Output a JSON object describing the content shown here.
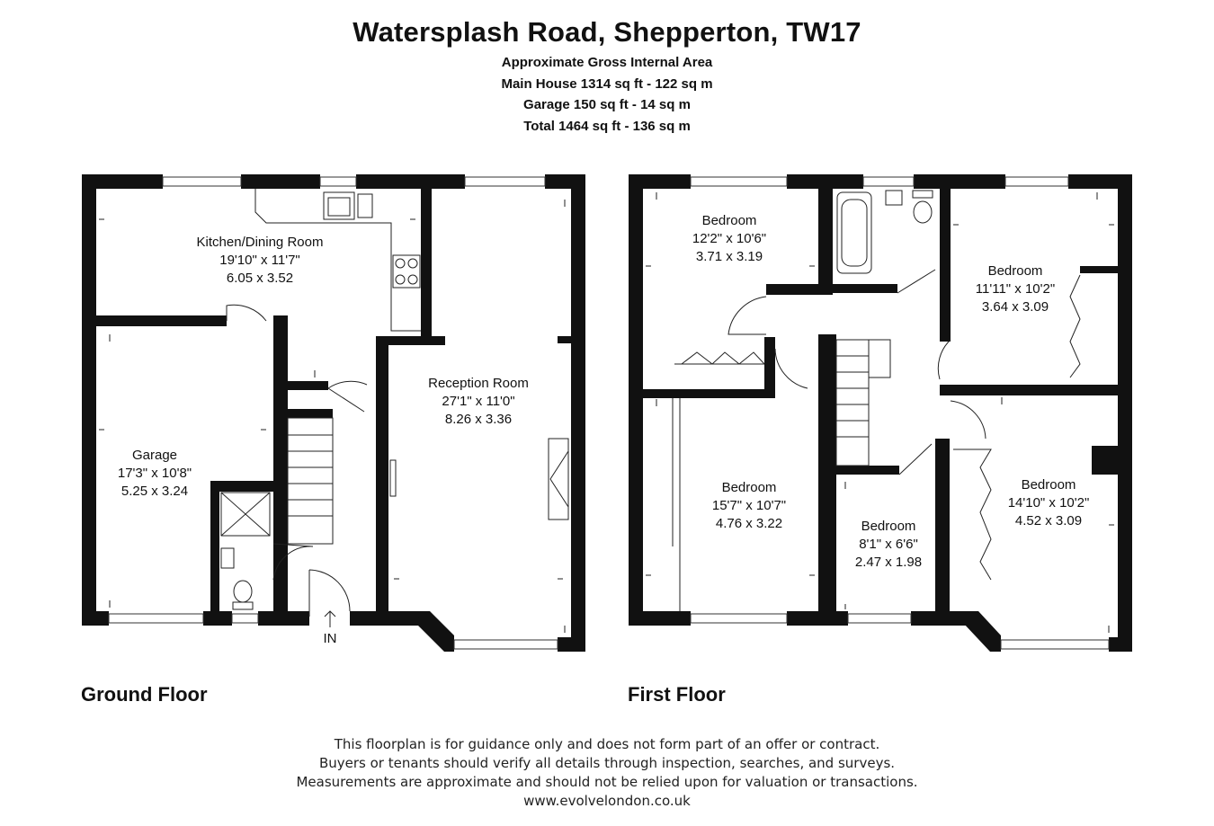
{
  "header": {
    "title": "Watersplash Road, Shepperton, TW17",
    "area_heading": "Approximate Gross Internal Area",
    "main_house": "Main House 1314 sq ft - 122 sq m",
    "garage": "Garage 150 sq ft - 14 sq m",
    "total": "Total 1464 sq ft - 136 sq m"
  },
  "ground_floor": {
    "label": "Ground Floor",
    "entrance": "IN",
    "rooms": {
      "kitchen": {
        "name": "Kitchen/Dining Room",
        "imperial": "19'10\" x 11'7\"",
        "metric": "6.05 x 3.52"
      },
      "reception": {
        "name": "Reception Room",
        "imperial": "27'1\" x 11'0\"",
        "metric": "8.26 x 3.36"
      },
      "garage": {
        "name": "Garage",
        "imperial": "17'3\" x 10'8\"",
        "metric": "5.25 x 3.24"
      }
    }
  },
  "first_floor": {
    "label": "First Floor",
    "rooms": {
      "bedroom1": {
        "name": "Bedroom",
        "imperial": "12'2\" x 10'6\"",
        "metric": "3.71 x 3.19"
      },
      "bedroom2": {
        "name": "Bedroom",
        "imperial": "11'11\" x 10'2\"",
        "metric": "3.64 x 3.09"
      },
      "bedroom3": {
        "name": "Bedroom",
        "imperial": "15'7\" x 10'7\"",
        "metric": "4.76 x 3.22"
      },
      "bedroom4": {
        "name": "Bedroom",
        "imperial": "8'1\" x 6'6\"",
        "metric": "2.47 x 1.98"
      },
      "bedroom5": {
        "name": "Bedroom",
        "imperial": "14'10\" x 10'2\"",
        "metric": "4.52 x 3.09"
      }
    }
  },
  "footer": {
    "line1": "This floorplan is for guidance only and does not form part of an offer or contract.",
    "line2": "Buyers or tenants should verify all details through inspection, searches, and surveys.",
    "line3": "Measurements are approximate and should not be relied upon for valuation or transactions.",
    "website": "www.evolvelondon.co.uk"
  }
}
